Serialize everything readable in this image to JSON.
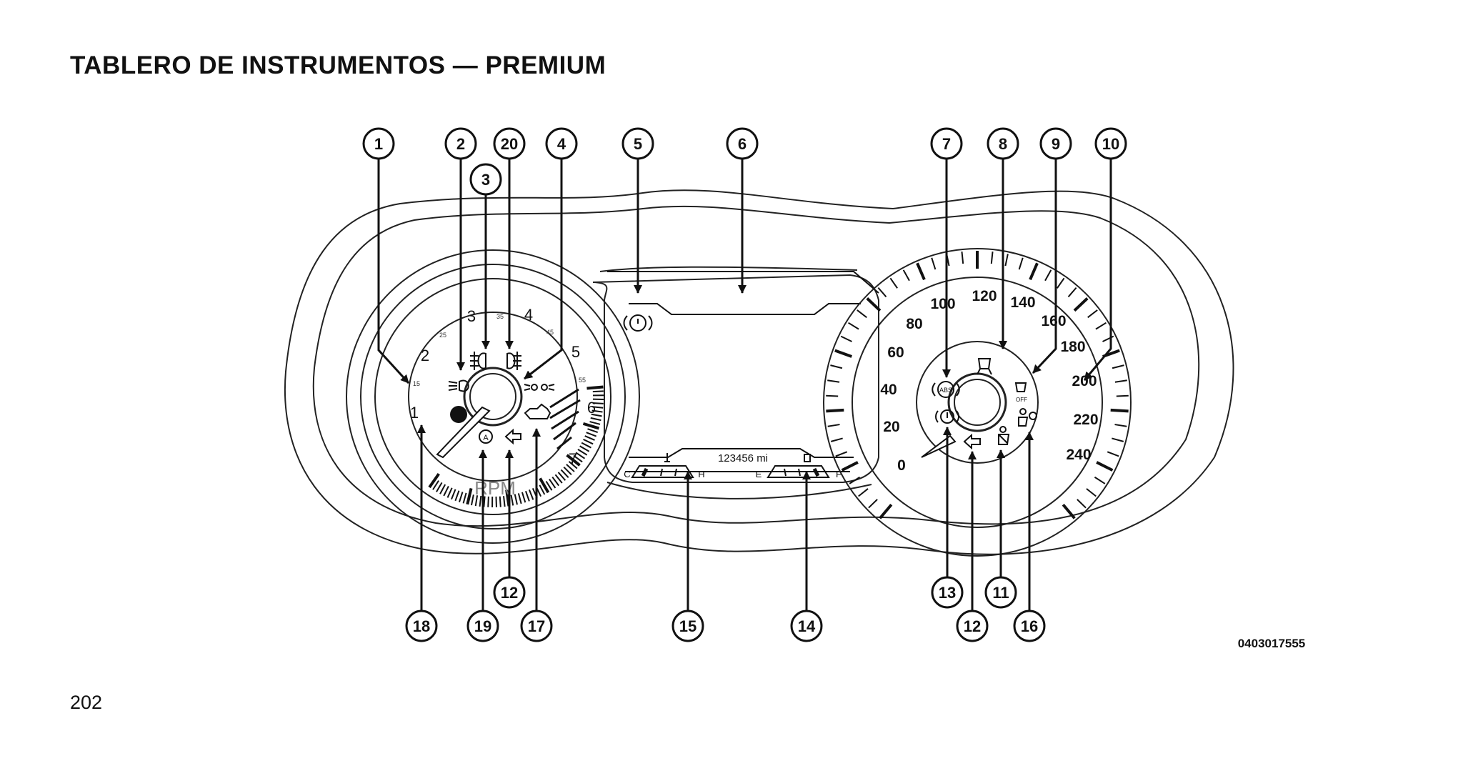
{
  "page": {
    "title": "TABLERO DE INSTRUMENTOS — PREMIUM",
    "page_number": "202"
  },
  "figure": {
    "figure_code": "0403017555",
    "tachometer": {
      "ticks": [
        "1",
        "2",
        "3",
        "4",
        "5",
        "6",
        "7"
      ],
      "minor_ticks": [
        "15",
        "25",
        "35",
        "45",
        "55"
      ],
      "unit": "RPM"
    },
    "speedometer": {
      "ticks": [
        "0",
        "20",
        "40",
        "60",
        "80",
        "100",
        "120",
        "140",
        "160",
        "180",
        "200",
        "220",
        "240"
      ]
    },
    "odometer": "123456 mi",
    "temp_gauge": {
      "low": "C",
      "high": "H"
    },
    "fuel_gauge": {
      "low": "E",
      "high": "F"
    },
    "callouts": [
      "1",
      "2",
      "3",
      "20",
      "4",
      "5",
      "6",
      "7",
      "8",
      "9",
      "10",
      "18",
      "19",
      "12",
      "17",
      "15",
      "14",
      "13",
      "12",
      "11",
      "16"
    ]
  }
}
